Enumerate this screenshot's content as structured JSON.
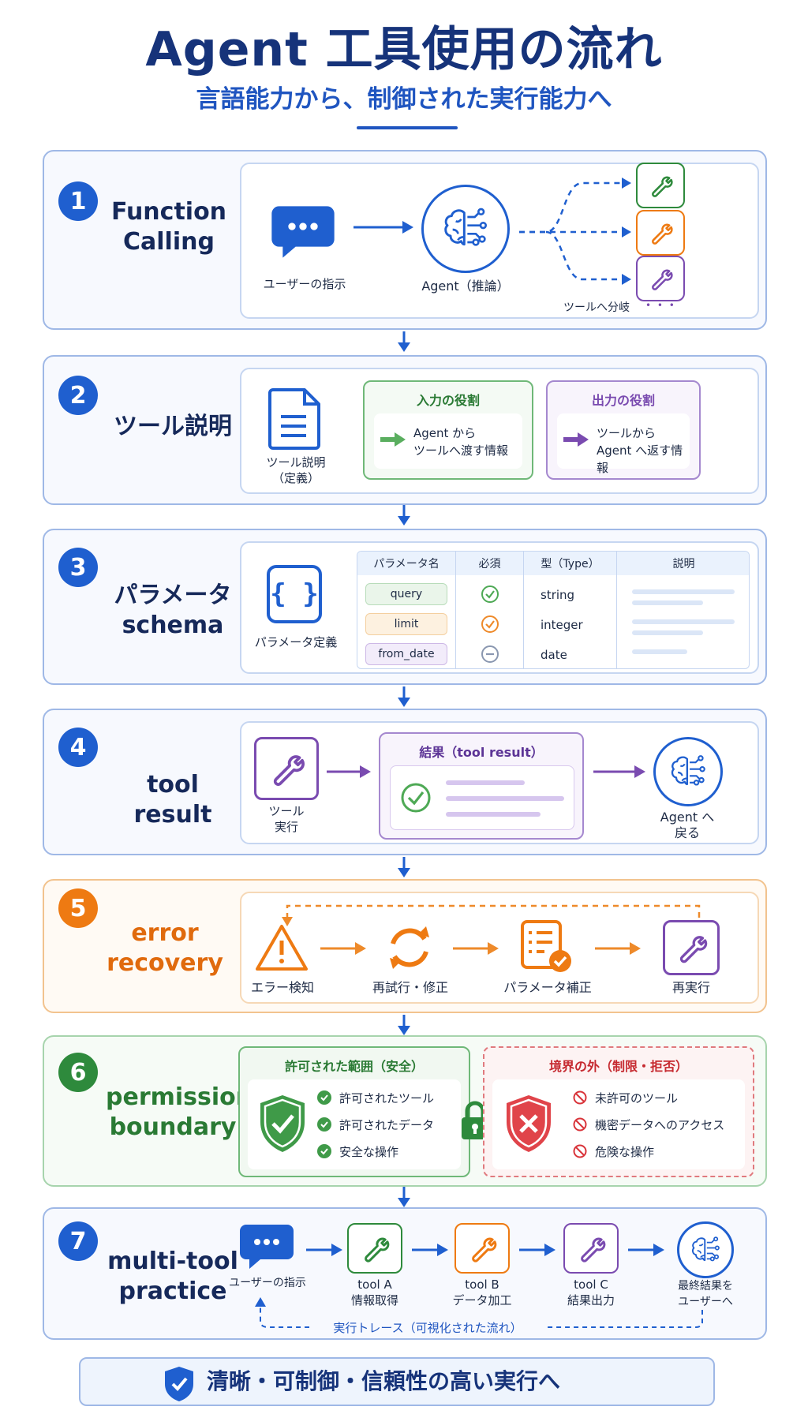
{
  "header": {
    "title": "Agent 工具使用の流れ",
    "subtitle": "言語能力から、制御された実行能力へ"
  },
  "sections": {
    "s1": {
      "number": "1",
      "title_line1": "Function",
      "title_line2": "Calling",
      "user_label": "ユーザーの指示",
      "agent_label": "Agent（推論）",
      "branch_label": "ツールへ分岐",
      "more": "• • •"
    },
    "s2": {
      "number": "2",
      "title": "ツール説明",
      "doc_label_line1": "ツール説明",
      "doc_label_line2": "（定義）",
      "input_title": "入力の役割",
      "input_line1": "Agent から",
      "input_line2": "ツールへ渡す情報",
      "output_title": "出力の役割",
      "output_line1": "ツールから",
      "output_line2": "Agent へ返す情報"
    },
    "s3": {
      "number": "3",
      "title_line1": "パラメータ",
      "title_line2": "schema",
      "icon_label": "パラメータ定義",
      "columns": [
        "パラメータ名",
        "必須",
        "型（Type）",
        "説明"
      ],
      "rows": [
        {
          "name": "query",
          "type": "string"
        },
        {
          "name": "limit",
          "type": "integer"
        },
        {
          "name": "from_date",
          "type": "date"
        }
      ]
    },
    "s4": {
      "number": "4",
      "title": "tool result",
      "tool_label_line1": "ツール",
      "tool_label_line2": "実行",
      "result_title": "結果（tool result）",
      "agent_line1": "Agent へ",
      "agent_line2": "戻る"
    },
    "s5": {
      "number": "5",
      "title_line1": "error",
      "title_line2": "recovery",
      "step1": "エラー検知",
      "step2": "再試行・修正",
      "step3": "パラメータ補正",
      "step4": "再実行"
    },
    "s6": {
      "number": "6",
      "title_line1": "permission",
      "title_line2": "boundary",
      "allowed_title": "許可された範囲（安全）",
      "allowed_items": [
        "許可されたツール",
        "許可されたデータ",
        "安全な操作"
      ],
      "denied_title": "境界の外（制限・拒否）",
      "denied_items": [
        "未許可のツール",
        "機密データへのアクセス",
        "危険な操作"
      ]
    },
    "s7": {
      "number": "7",
      "title_line1": "multi-tool",
      "title_line2": "practice",
      "user_label": "ユーザーの指示",
      "toolA_line1": "tool A",
      "toolA_line2": "情報取得",
      "toolB_line1": "tool B",
      "toolB_line2": "データ加工",
      "toolC_line1": "tool C",
      "toolC_line2": "結果出力",
      "final_line1": "最終結果を",
      "final_line2": "ユーザーへ",
      "trace_label": "実行トレース（可視化された流れ）"
    }
  },
  "footer": {
    "text": "清晰・可制御・信頼性の高い実行へ"
  },
  "colors": {
    "blue": "#1f5fcf",
    "navy": "#16337a",
    "green": "#2e8a3c",
    "orange": "#ee7a12",
    "purple": "#7a4bb0",
    "red": "#d9343a"
  }
}
